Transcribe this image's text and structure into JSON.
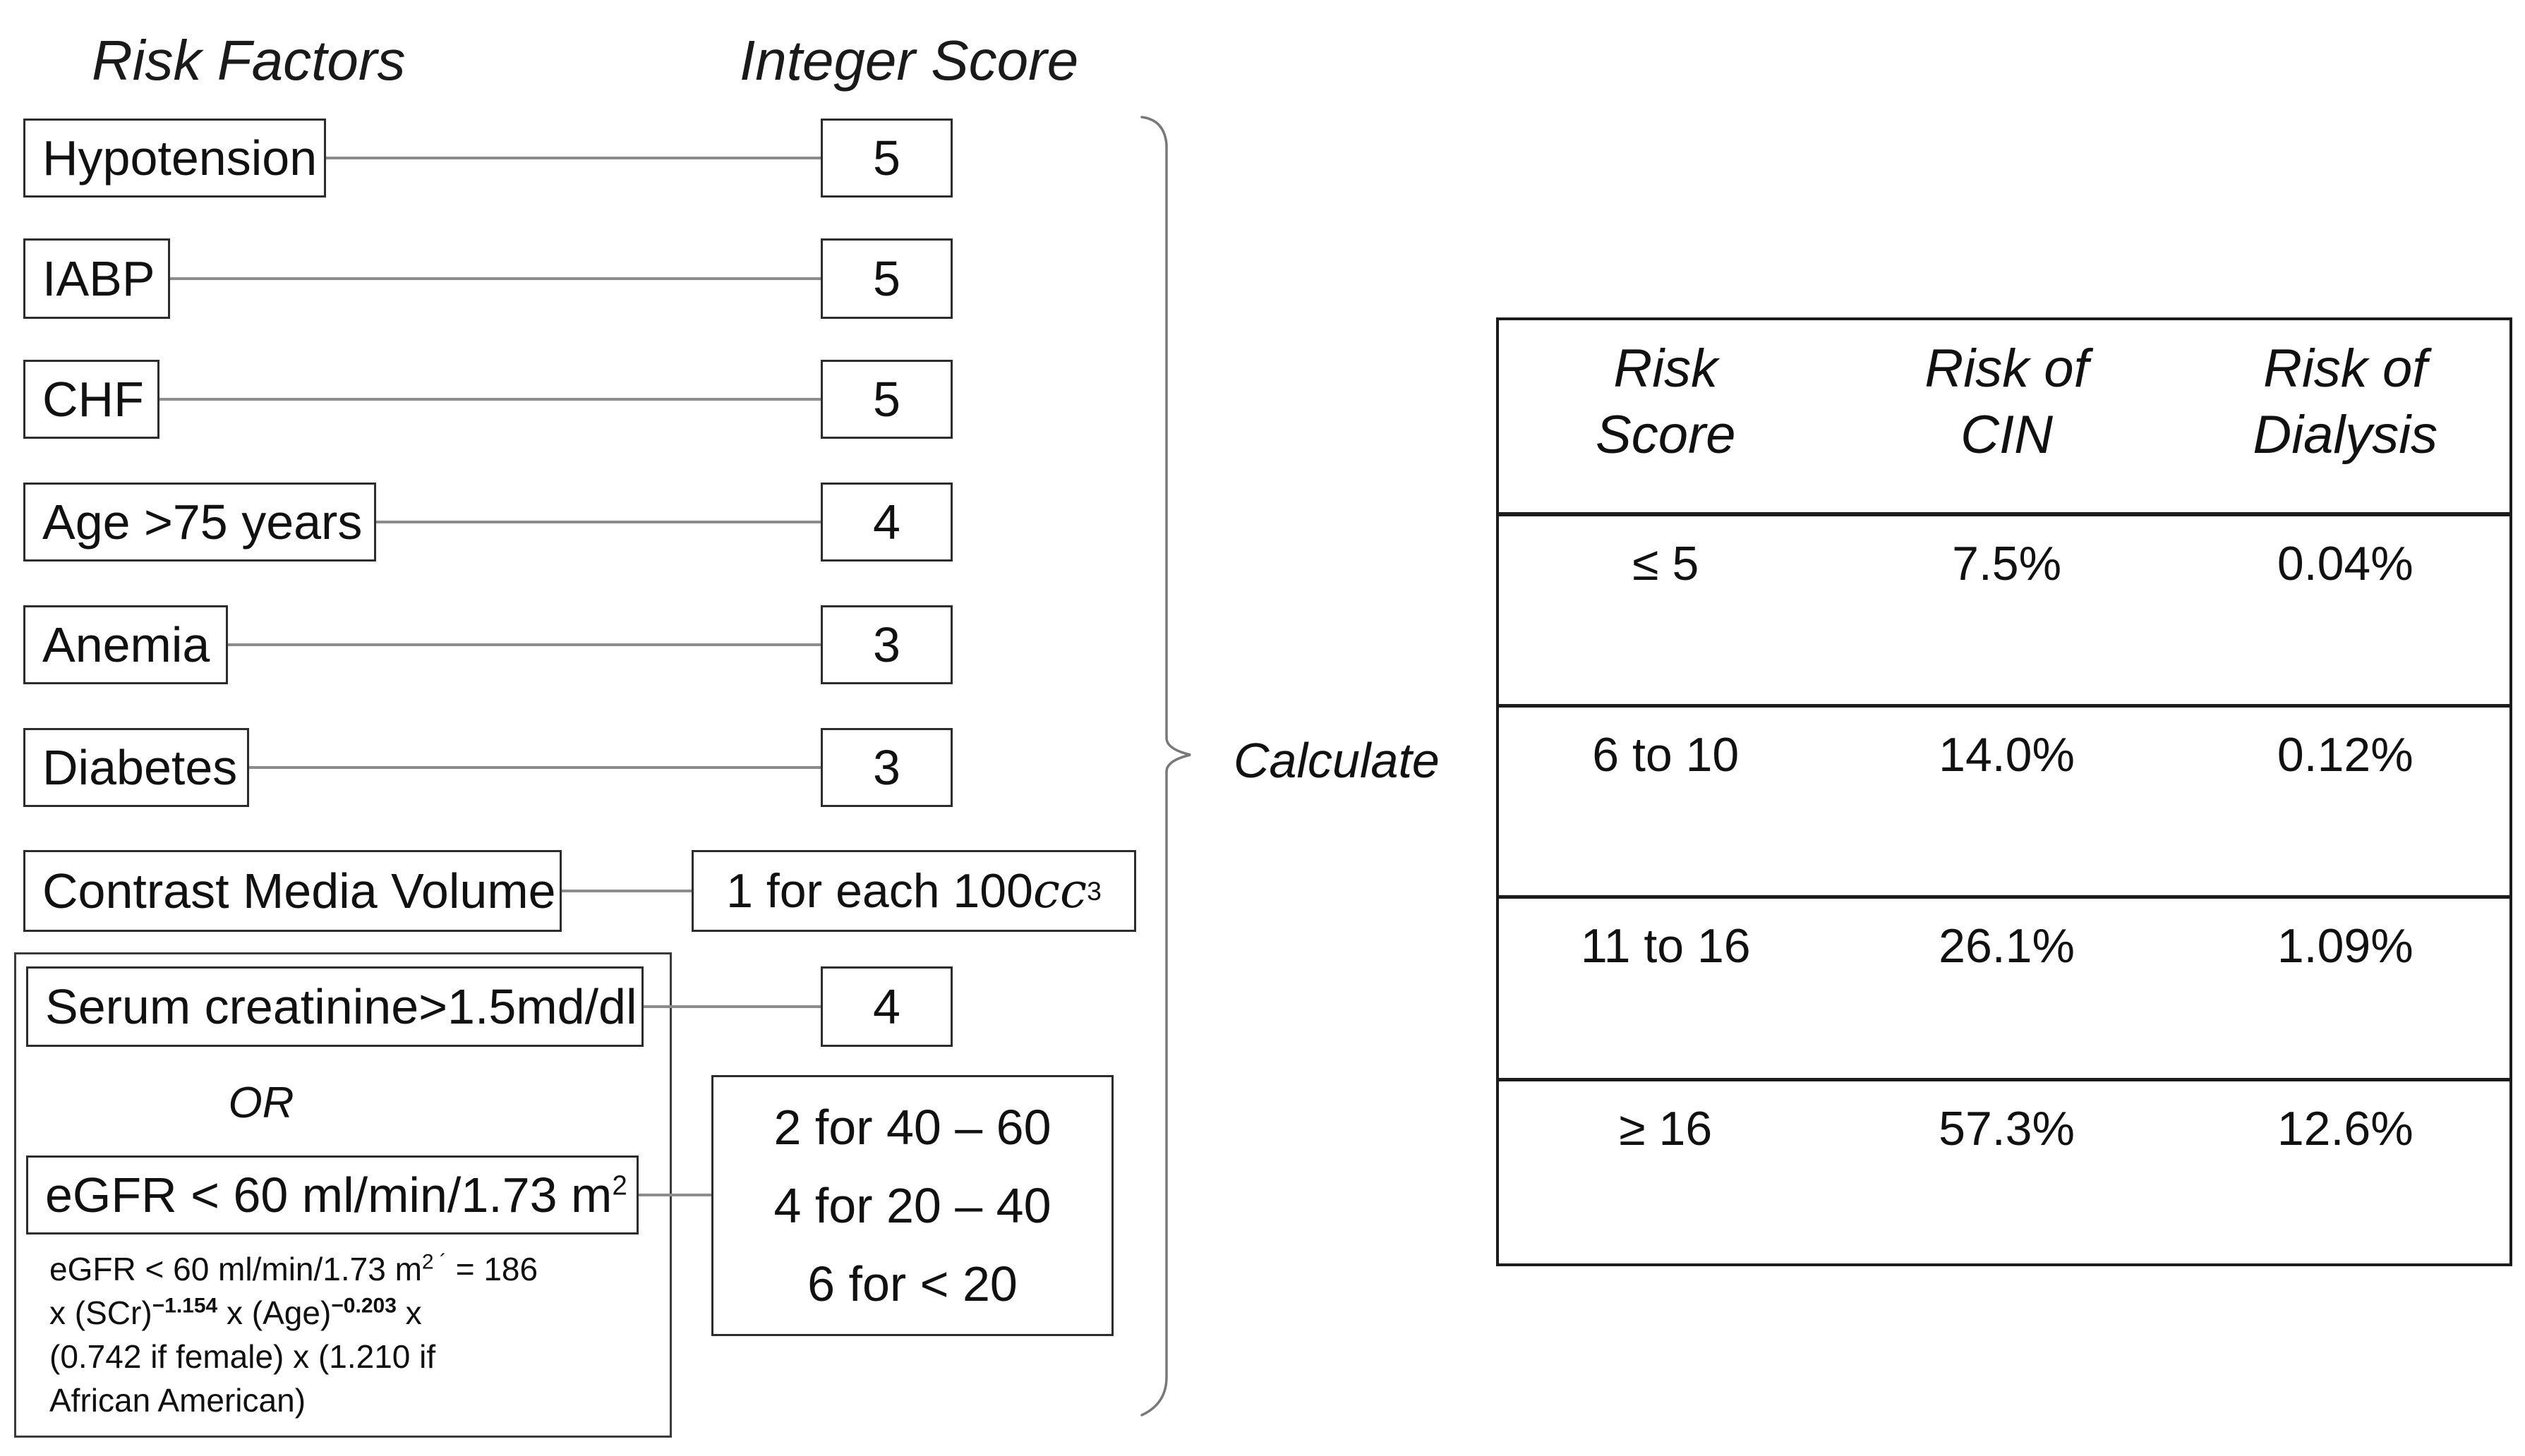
{
  "diagram": {
    "risk_factors_title": "Risk Factors",
    "integer_score_title": "Integer Score",
    "factors": [
      {
        "label": "Hypotension",
        "score": "5"
      },
      {
        "label": "IABP",
        "score": "5"
      },
      {
        "label": "CHF",
        "score": "5"
      },
      {
        "label": "Age >75 years",
        "score": "4"
      },
      {
        "label": "Anemia",
        "score": "3"
      },
      {
        "label": "Diabetes",
        "score": "3"
      }
    ],
    "contrast": {
      "label": "Contrast Media Volume",
      "score_text": "1 for each 100 ",
      "score_unit": "cc",
      "score_sup": "3"
    },
    "renal_group": {
      "serum_label": "Serum creatinine>1.5md/dl",
      "serum_score": "4",
      "or_label": "OR",
      "egfr_label": "eGFR < 60 ml/min/1.73 m",
      "egfr_label_sup": "2",
      "egfr_scores": [
        "2 for 40 – 60",
        "4 for 20 – 40",
        "6 for < 20"
      ],
      "formula": {
        "l1a": "eGFR < 60 ml/min/1.73 m",
        "l1sup": "2 ´",
        "l1b": " = 186",
        "l2a": "x (SCr)",
        "l2supa": "−1.154",
        "l2b": " x (Age)",
        "l2supb": "−0.203",
        "l2c": " x",
        "l3": "(0.742 if female) x (1.210 if",
        "l4": "African American)"
      }
    },
    "calculate_label": "Calculate"
  },
  "table": {
    "headers": [
      {
        "line1": "Risk",
        "line2": "Score"
      },
      {
        "line1": "Risk of",
        "line2": "CIN"
      },
      {
        "line1": "Risk of",
        "line2": "Dialysis"
      }
    ],
    "rows": [
      {
        "score": "≤ 5",
        "cin": "7.5%",
        "dialysis": "0.04%"
      },
      {
        "score": "6 to 10",
        "cin": "14.0%",
        "dialysis": "0.12%"
      },
      {
        "score": "11 to 16",
        "cin": "26.1%",
        "dialysis": "1.09%"
      },
      {
        "score": "≥ 16",
        "cin": "57.3%",
        "dialysis": "12.6%"
      }
    ]
  }
}
